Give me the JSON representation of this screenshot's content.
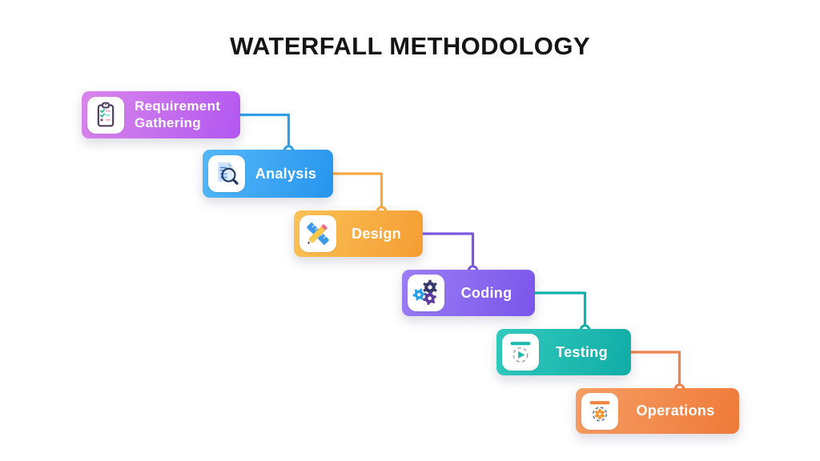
{
  "title": "WATERFALL METHODOLOGY",
  "title_color": "#141414",
  "background": "#ffffff",
  "stages": [
    {
      "label": "Requirement Gathering",
      "icon": "clipboard-checklist-icon",
      "color_from": "#d987eb",
      "color_to": "#b257f1",
      "text_color": "#ffffff"
    },
    {
      "label": "Analysis",
      "icon": "document-magnifier-icon",
      "color_from": "#56b8f8",
      "color_to": "#2694ee",
      "text_color": "#ffffff"
    },
    {
      "label": "Design",
      "icon": "ruler-pencil-icon",
      "color_from": "#fbc257",
      "color_to": "#f49d33",
      "text_color": "#ffffff"
    },
    {
      "label": "Coding",
      "icon": "gears-icon",
      "color_from": "#9b7ef5",
      "color_to": "#7a55ea",
      "text_color": "#ffffff"
    },
    {
      "label": "Testing",
      "icon": "test-run-icon",
      "color_from": "#33cabf",
      "color_to": "#10aca5",
      "text_color": "#ffffff"
    },
    {
      "label": "Operations",
      "icon": "operations-gear-icon",
      "color_from": "#f79d64",
      "color_to": "#ee7a39",
      "text_color": "#ffffff"
    }
  ],
  "connectors": [
    {
      "from": "Requirement Gathering",
      "to": "Analysis",
      "color": "#2e9fe8"
    },
    {
      "from": "Analysis",
      "to": "Design",
      "color": "#f6a93f"
    },
    {
      "from": "Design",
      "to": "Coding",
      "color": "#7d57e0"
    },
    {
      "from": "Coding",
      "to": "Testing",
      "color": "#12b1ab"
    },
    {
      "from": "Testing",
      "to": "Operations",
      "color": "#f0814a"
    }
  ]
}
